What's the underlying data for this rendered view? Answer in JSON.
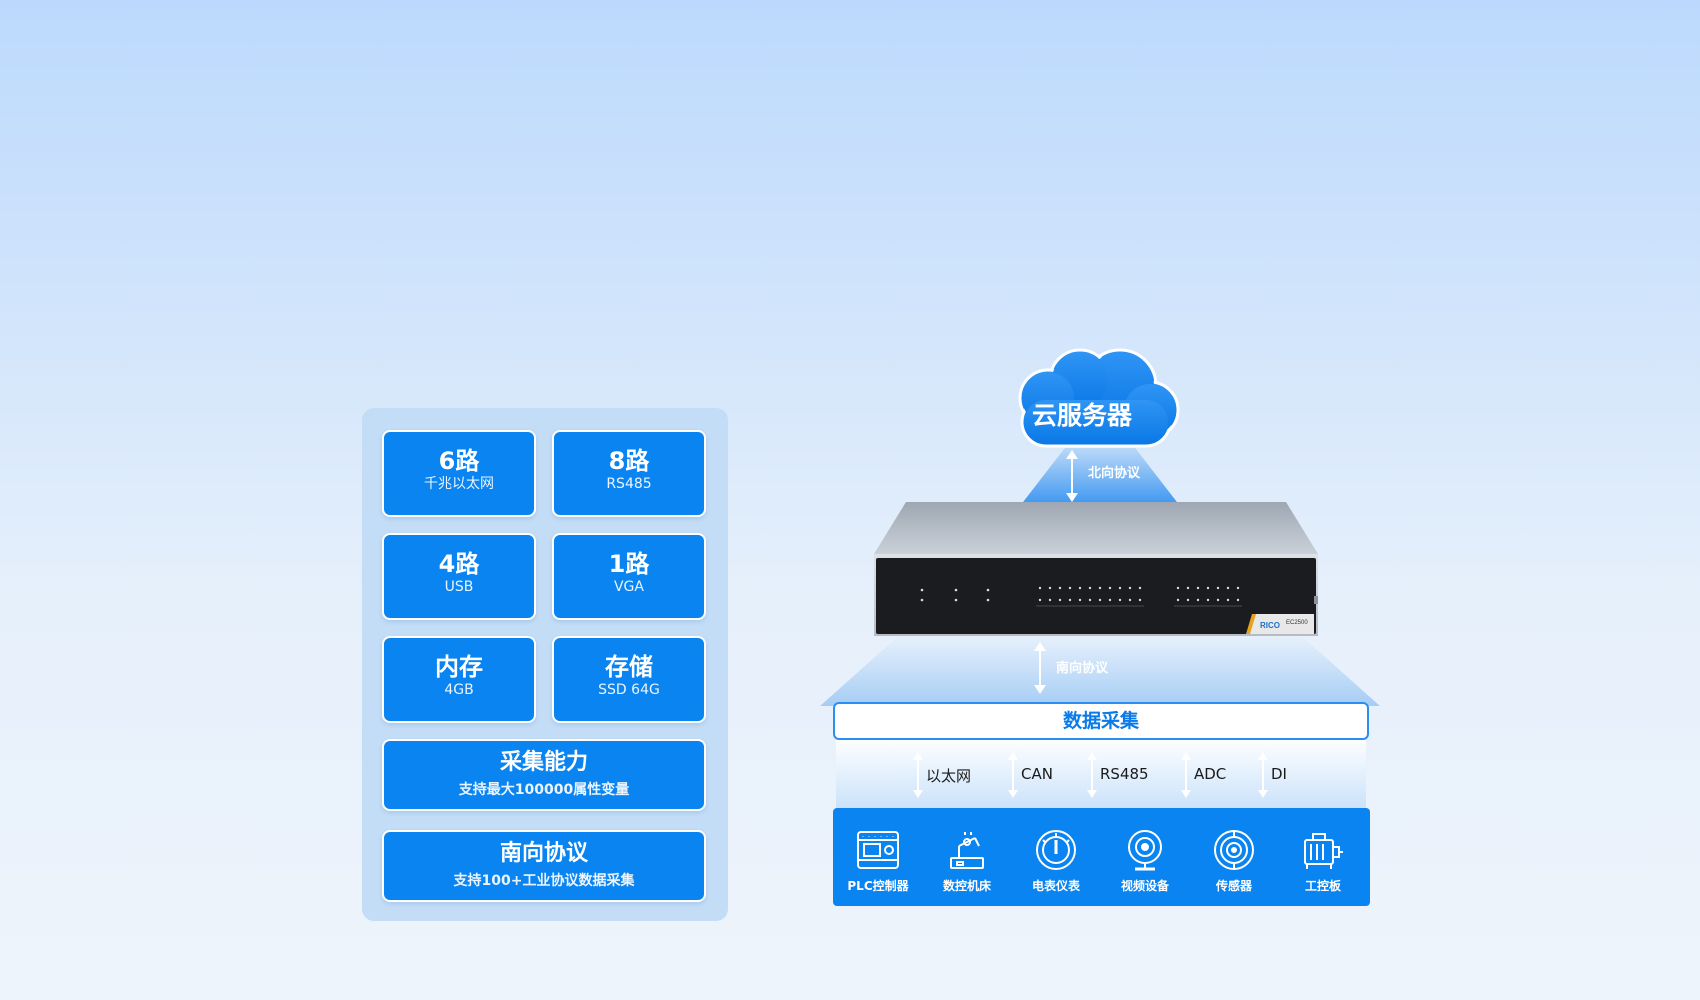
{
  "specs": [
    {
      "title": "6路",
      "subtitle": "千兆以太网"
    },
    {
      "title": "8路",
      "subtitle": "RS485"
    },
    {
      "title": "4路",
      "subtitle": "USB"
    },
    {
      "title": "1路",
      "subtitle": "VGA"
    },
    {
      "title": "内存",
      "subtitle": "4GB"
    },
    {
      "title": "存储",
      "subtitle": "SSD 64G"
    }
  ],
  "features": [
    {
      "title": "采集能力",
      "subtitle": "支持最大100000属性变量"
    },
    {
      "title": "南向协议",
      "subtitle": "支持100+工业协议数据采集"
    }
  ],
  "diagram": {
    "cloud": "云服务器",
    "north_protocol": "北向协议",
    "south_protocol": "南向协议",
    "collect": "数据采集",
    "device_brand": "RICO",
    "device_model": "EC2500",
    "interfaces": [
      "以太网",
      "CAN",
      "RS485",
      "ADC",
      "DI"
    ],
    "devices": [
      {
        "label": "PLC控制器",
        "icon": "plc-icon"
      },
      {
        "label": "数控机床",
        "icon": "cnc-machine-icon"
      },
      {
        "label": "电表仪表",
        "icon": "meter-gauge-icon"
      },
      {
        "label": "视频设备",
        "icon": "camera-icon"
      },
      {
        "label": "传感器",
        "icon": "sensor-icon"
      },
      {
        "label": "工控板",
        "icon": "motor-icon"
      }
    ]
  },
  "colors": {
    "accent": "#0a84f0",
    "panel": "#c3ddf7",
    "white": "#ffffff"
  }
}
